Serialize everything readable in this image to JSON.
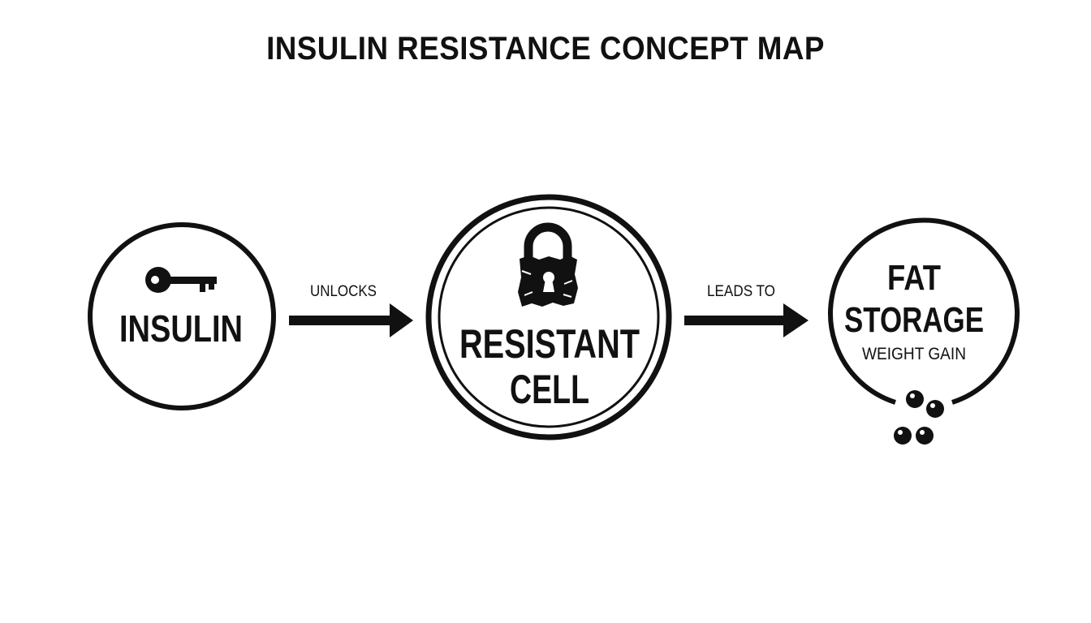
{
  "title": "INSULIN RESISTANCE CONCEPT MAP",
  "nodes": {
    "insulin": {
      "label": "INSULIN",
      "icon": "key-icon"
    },
    "resistant_cell": {
      "label_line1": "RESISTANT",
      "label_line2": "CELL",
      "icon": "padlock-icon"
    },
    "fat_storage": {
      "label_line1": "FAT",
      "label_line2": "STORAGE",
      "sublabel": "WEIGHT GAIN",
      "icon": "fat-droplets-icon"
    }
  },
  "edges": {
    "unlocks": {
      "label": "UNLOCKS"
    },
    "leads_to": {
      "label": "LEADS TO"
    }
  },
  "colors": {
    "ink": "#111111",
    "background": "#ffffff"
  }
}
